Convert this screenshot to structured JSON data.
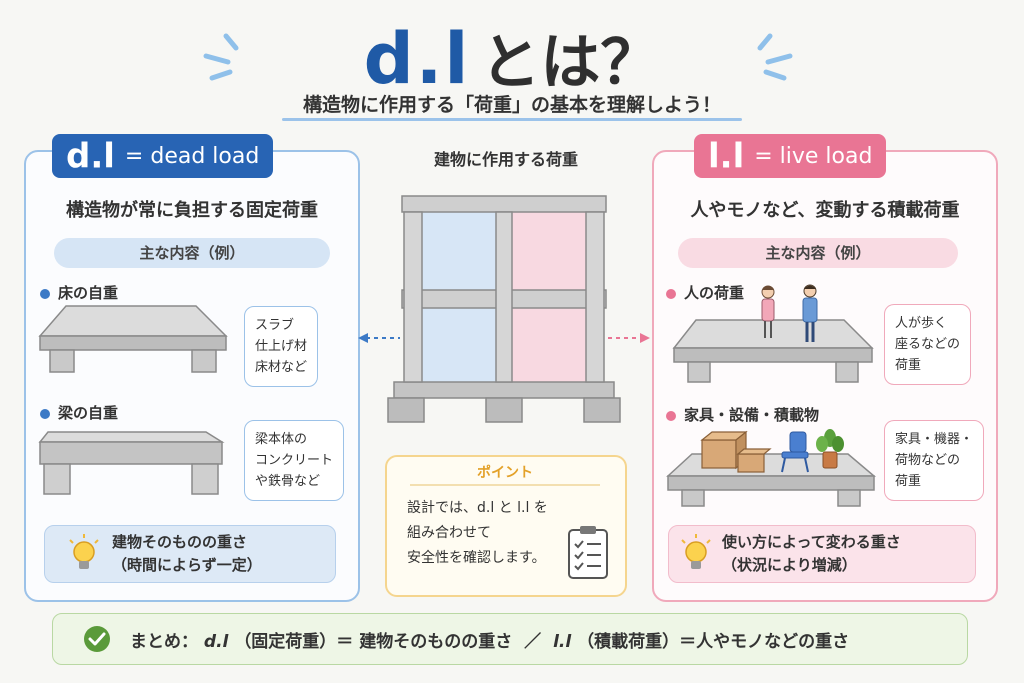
{
  "title": {
    "main": "d.l",
    "suffix": "とは？"
  },
  "subtitle": "構造物に作用する「荷重」の基本を理解しよう！",
  "left_panel": {
    "tag_main": "d.l",
    "tag_sub": "= dead load",
    "subtitle": "構造物が常に負担する固定荷重",
    "pill": "主な内容（例）",
    "item1_title": "床の自重",
    "item1_bubble": [
      "スラブ",
      "仕上げ材",
      "床材など"
    ],
    "item2_title": "梁の自重",
    "item2_bubble": [
      "梁本体の",
      "コンクリート",
      "や鉄骨など"
    ],
    "note": [
      "建物そのものの重さ",
      "（時間によらず一定）"
    ]
  },
  "right_panel": {
    "tag_main": "l.l",
    "tag_sub": "= live load",
    "subtitle": "人やモノなど、変動する積載荷重",
    "pill": "主な内容（例）",
    "item1_title": "人の荷重",
    "item1_bubble": [
      "人が歩く",
      "座るなどの",
      "荷重"
    ],
    "item2_title": "家具・設備・積載物",
    "item2_bubble": [
      "家具・機器・",
      "荷物などの",
      "荷重"
    ],
    "note": [
      "使い方によって変わる重さ",
      "（状況により増減）"
    ]
  },
  "center": {
    "title": "建物に作用する荷重",
    "point_title": "ポイント",
    "point_text": [
      "設計では、d.l と l.l を",
      "組み合わせて",
      "安全性を確認します。"
    ]
  },
  "summary": {
    "label": "まとめ：",
    "dl": "d.l",
    "dl_desc": "（固定荷重）＝ 建物そのものの重さ",
    "sep": "／",
    "ll": "l.l",
    "ll_desc": "（積載荷重）＝人やモノなどの重さ"
  },
  "colors": {
    "blue": "#2864b4",
    "pink": "#e97594",
    "yellow": "#e3a129",
    "green": "#5a9a3a"
  },
  "icons": [
    "lightbulb-icon",
    "clipboard-checklist-icon",
    "check-circle-icon",
    "plant-icon",
    "chair-icon",
    "box-icon"
  ]
}
